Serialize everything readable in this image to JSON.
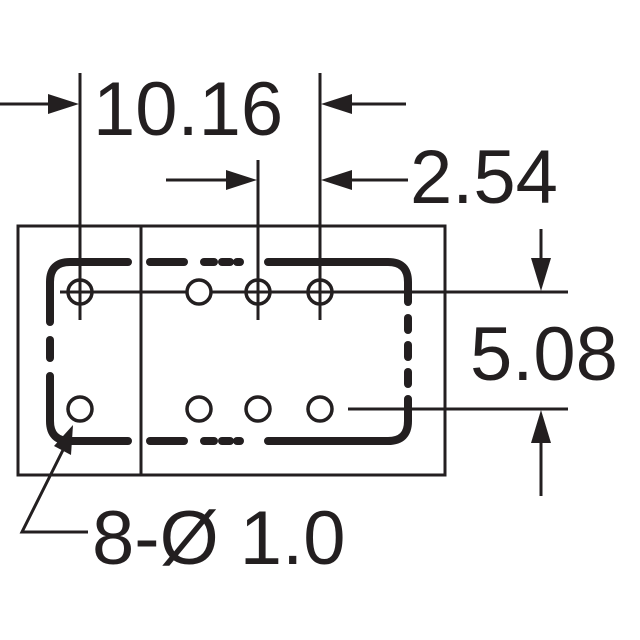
{
  "dimensions": {
    "pitch_row_span": "10.16",
    "pin_pitch": "2.54",
    "row_spacing": "5.08",
    "hole_callout": "8-Ø 1.0"
  },
  "colors": {
    "line": "#231f20",
    "background": "#ffffff"
  }
}
